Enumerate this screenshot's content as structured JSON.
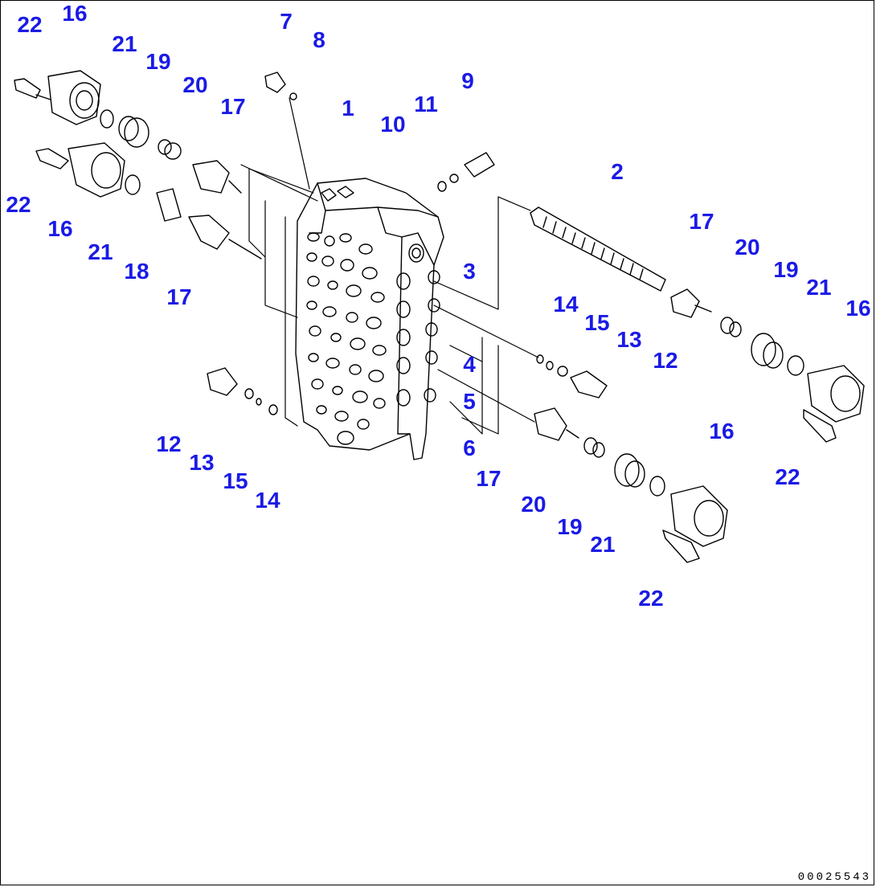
{
  "colors": {
    "label": "#1a1ae6",
    "line": "#000000"
  },
  "drawing_id": "00025543",
  "labels": [
    {
      "text": "22"
    },
    {
      "text": "16"
    },
    {
      "text": "21"
    },
    {
      "text": "19"
    },
    {
      "text": "20"
    },
    {
      "text": "17"
    },
    {
      "text": "7"
    },
    {
      "text": "8"
    },
    {
      "text": "1"
    },
    {
      "text": "10"
    },
    {
      "text": "11"
    },
    {
      "text": "9"
    },
    {
      "text": "2"
    },
    {
      "text": "22"
    },
    {
      "text": "16"
    },
    {
      "text": "21"
    },
    {
      "text": "18"
    },
    {
      "text": "17"
    },
    {
      "text": "17"
    },
    {
      "text": "20"
    },
    {
      "text": "19"
    },
    {
      "text": "21"
    },
    {
      "text": "16"
    },
    {
      "text": "3"
    },
    {
      "text": "14"
    },
    {
      "text": "15"
    },
    {
      "text": "13"
    },
    {
      "text": "12"
    },
    {
      "text": "4"
    },
    {
      "text": "5"
    },
    {
      "text": "6"
    },
    {
      "text": "22"
    },
    {
      "text": "12"
    },
    {
      "text": "13"
    },
    {
      "text": "15"
    },
    {
      "text": "14"
    },
    {
      "text": "17"
    },
    {
      "text": "20"
    },
    {
      "text": "19"
    },
    {
      "text": "21"
    },
    {
      "text": "16"
    },
    {
      "text": "22"
    }
  ]
}
